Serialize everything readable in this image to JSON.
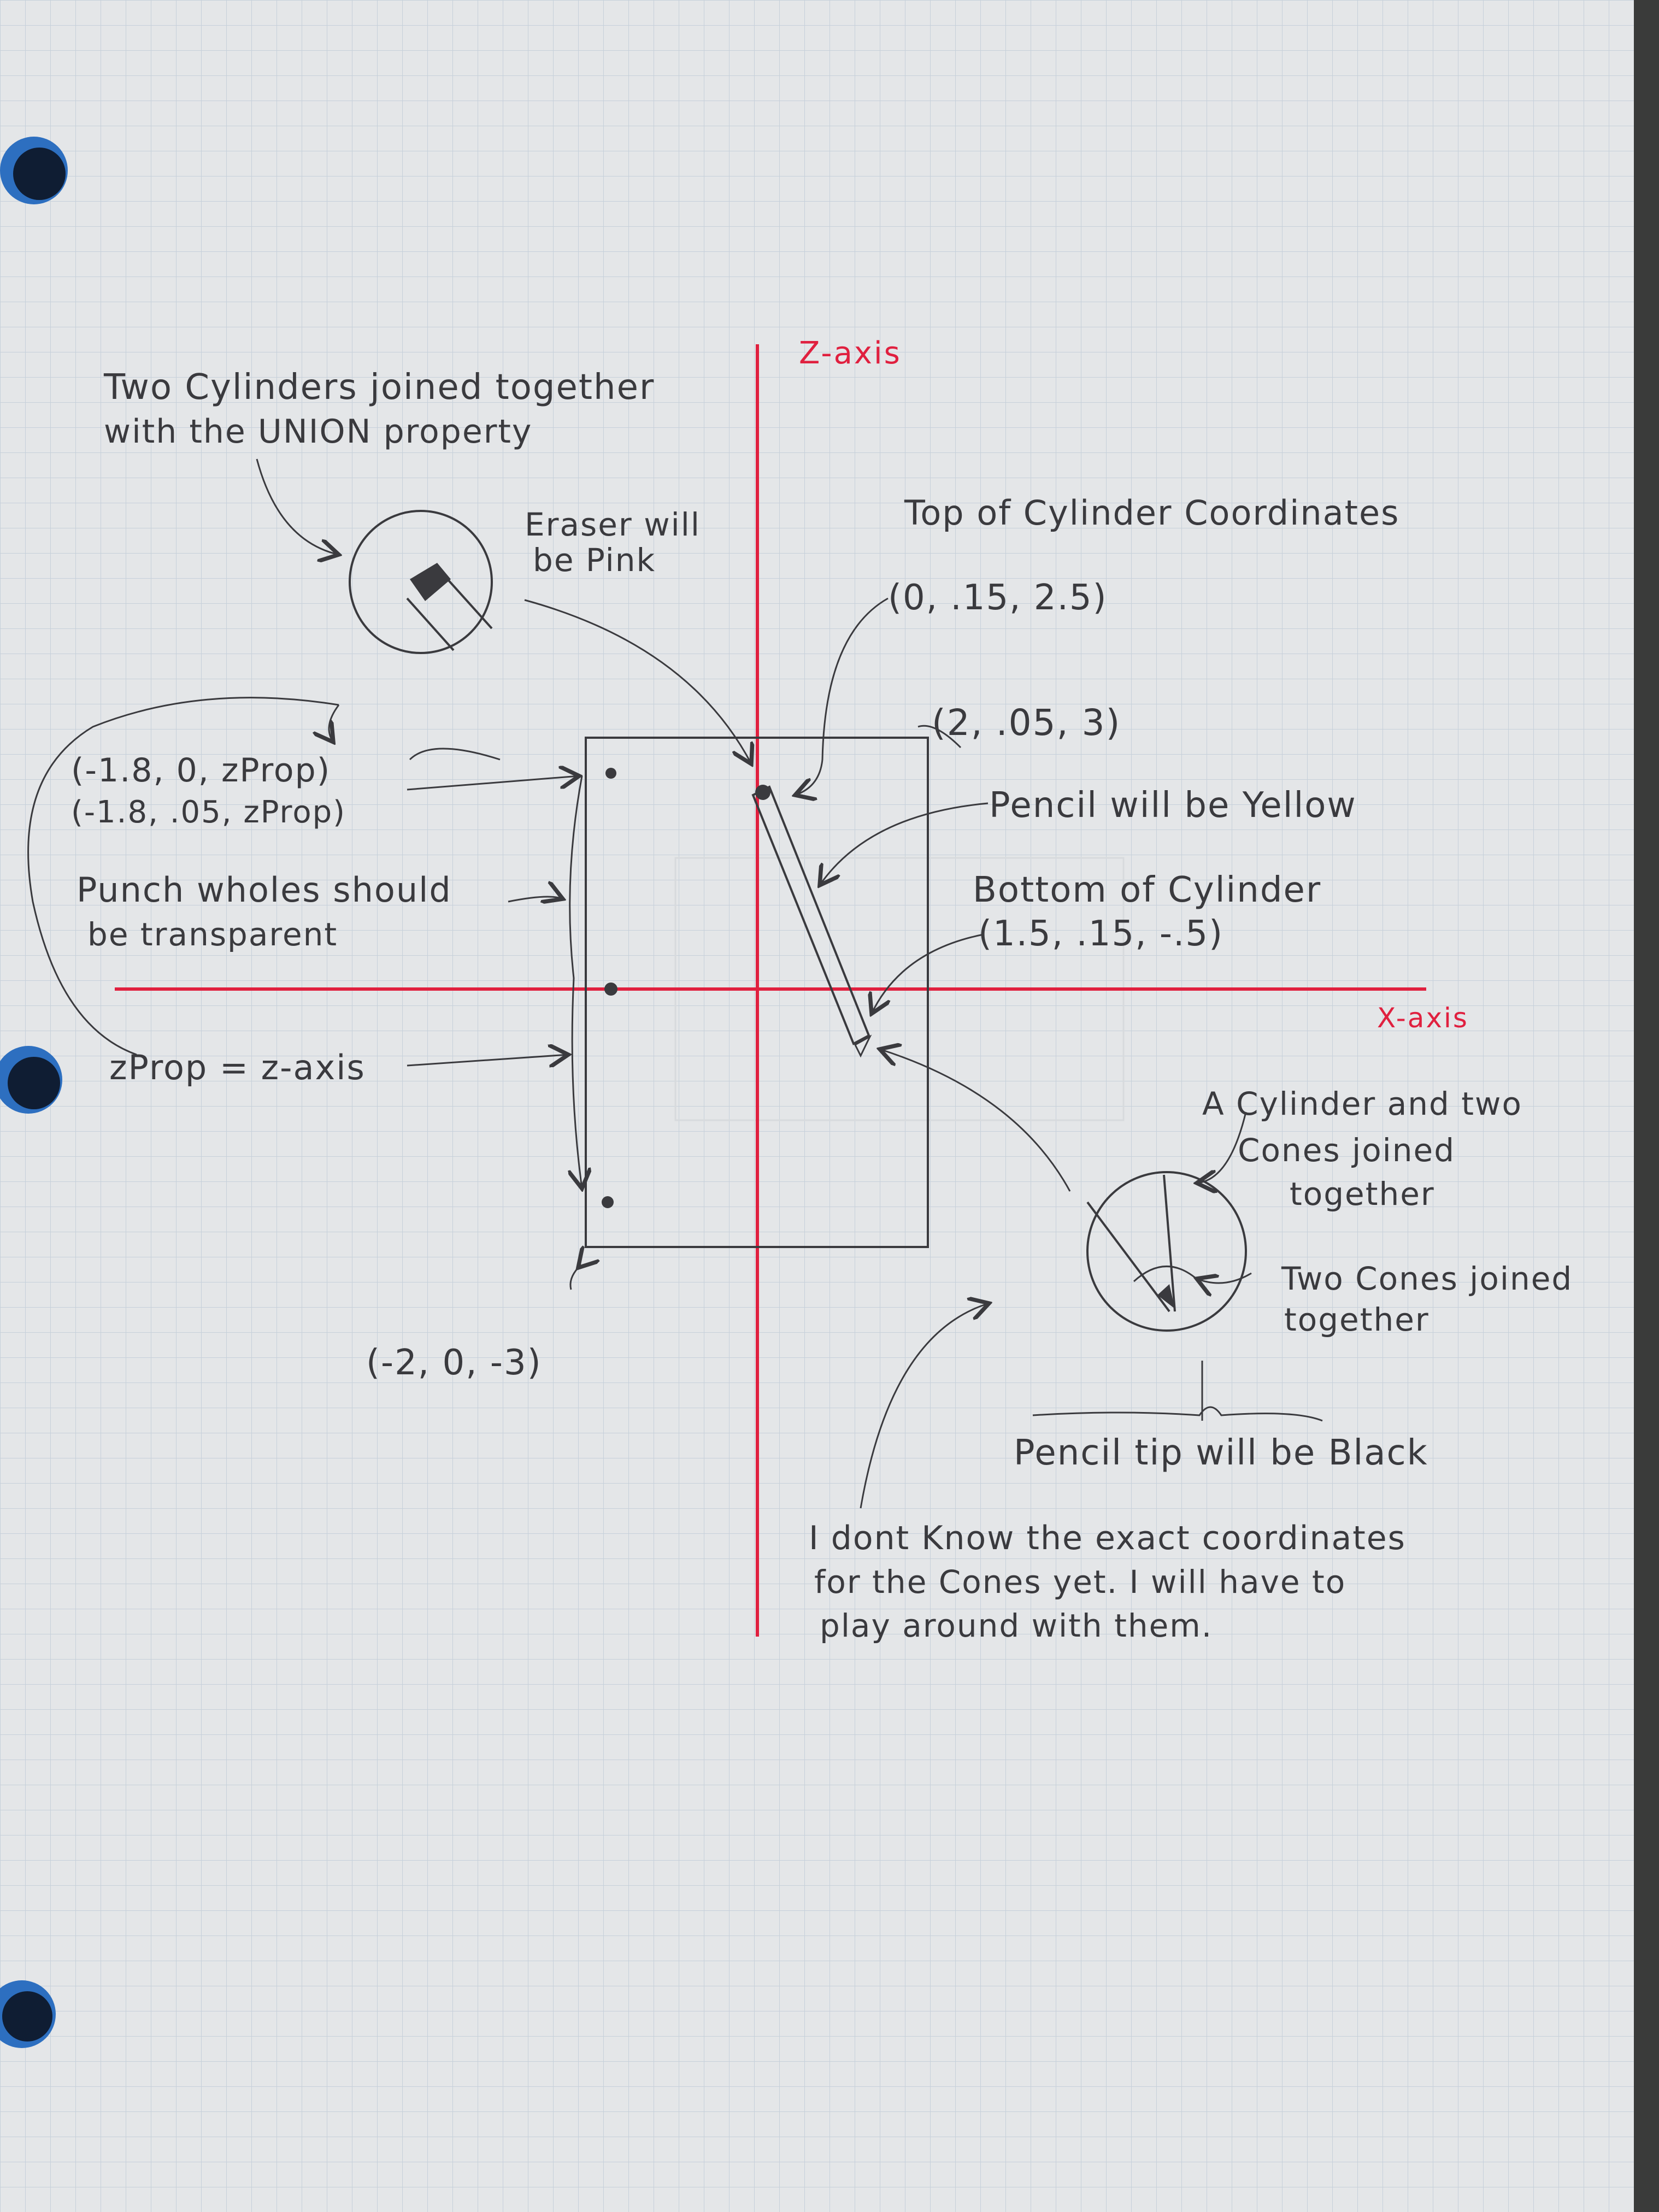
{
  "axes": {
    "z_label": "Z-axis",
    "x_label": "X-axis"
  },
  "annotations": {
    "union_note_line1": "Two Cylinders joined together",
    "union_note_line2": "with the UNION property",
    "eraser_note_line1": "Eraser will",
    "eraser_note_line2": "be Pink",
    "top_cylinder_title": "Top of Cylinder Coordinates",
    "top_cylinder_coord": "(0, .15, 2.5)",
    "corner_top_right": "(2, .05, 3)",
    "hole_coord_1": "(-1.8, 0, zProp)",
    "hole_coord_2": "(-1.8, .05, zProp)",
    "pencil_color_note": "Pencil will be Yellow",
    "punch_note_line1": "Punch wholes should",
    "punch_note_line2": "be transparent",
    "bottom_cylinder_title": "Bottom of Cylinder",
    "bottom_cylinder_coord": "(1.5, .15, -.5)",
    "zprop_note": "zProp = z-axis",
    "cylinder_cones_line1": "A Cylinder and two",
    "cylinder_cones_line2": "Cones joined",
    "cylinder_cones_line3": "together",
    "two_cones_line1": "Two Cones joined",
    "two_cones_line2": "together",
    "corner_bottom_left": "(-2, 0, -3)",
    "tip_color_note": "Pencil tip will be Black",
    "cones_note_line1": "I dont Know the exact coordinates",
    "cones_note_line2": "for the Cones yet. I will have to",
    "cones_note_line3": "play around with them."
  },
  "colors": {
    "paper": "#e4e6e8",
    "grid": "#c9d2db",
    "ink": "#3a3a3e",
    "axis_red": "#e0203f",
    "binder_hole_blue": "#2d6fc0"
  }
}
